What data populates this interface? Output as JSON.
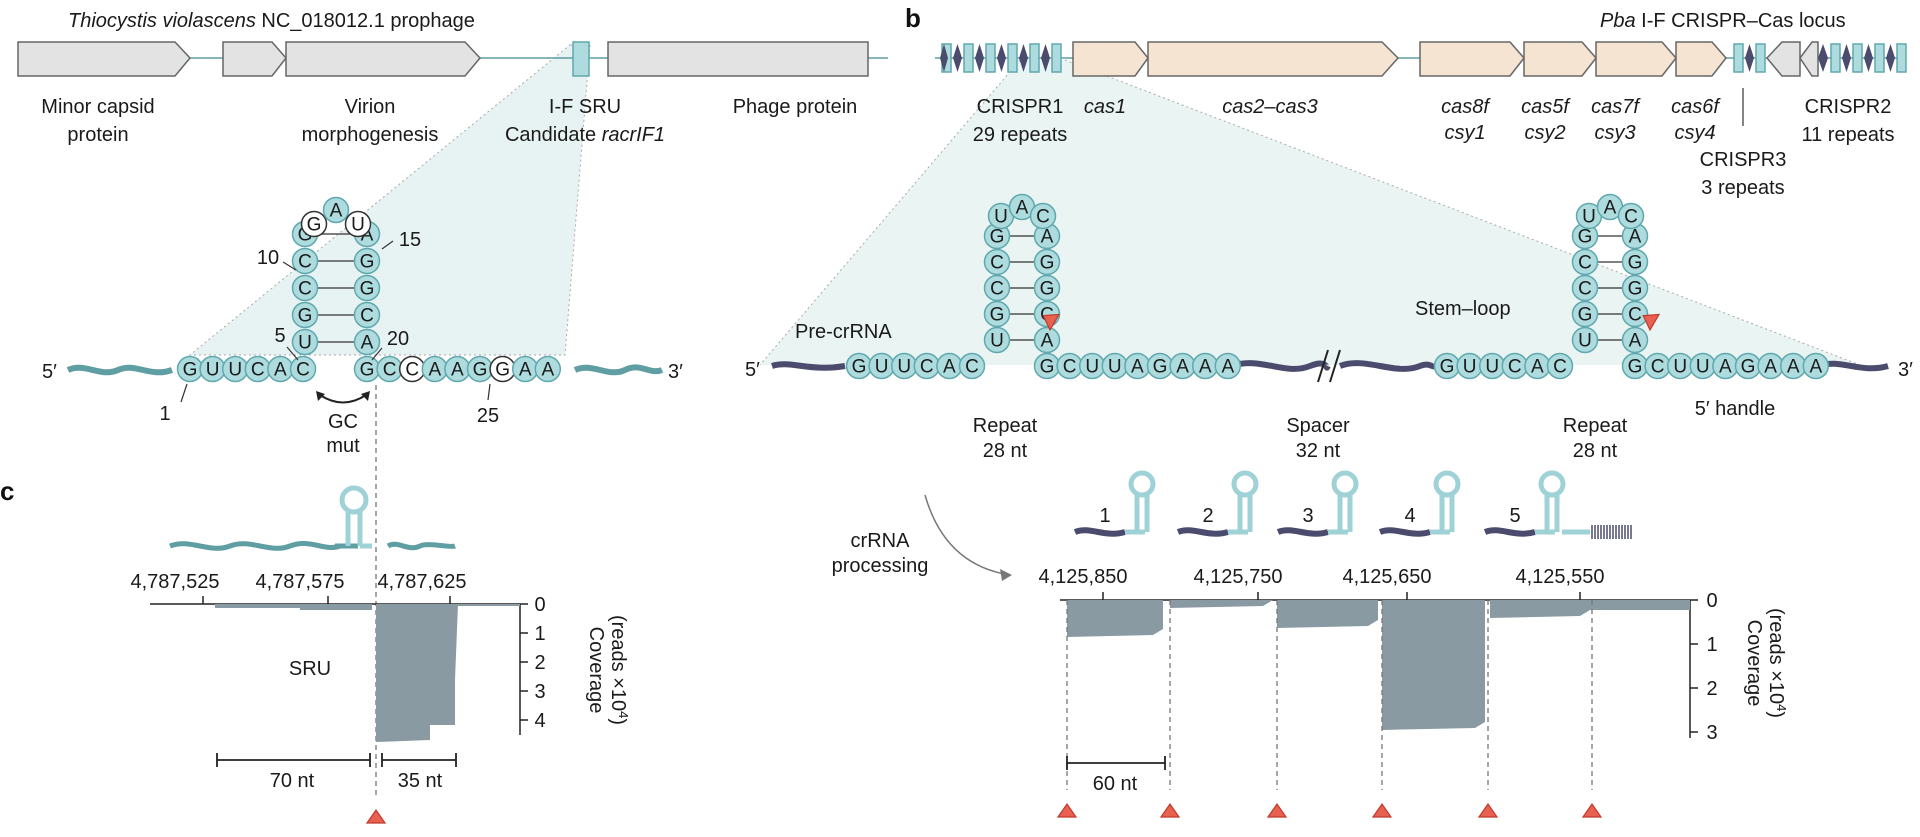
{
  "panel_b_letter": "b",
  "panel_c_letter": "c",
  "left_title_italic": "Thiocystis violascens",
  "left_title_rest": " NC_018012.1 prophage",
  "left_genes": {
    "minor_capsid_1": "Minor capsid",
    "minor_capsid_2": "protein",
    "virion_1": "Virion",
    "virion_2": "morphogenesis",
    "sru_1": "I-F SRU",
    "sru_2_prefix": "Candidate ",
    "sru_2_italic": "racrIF1",
    "phage_protein": "Phage protein"
  },
  "right_title_italic": "Pba",
  "right_title_rest": " I-F CRISPR–Cas locus",
  "right_genes": {
    "crispr1_1": "CRISPR1",
    "crispr1_2": "29 repeats",
    "cas1": "cas1",
    "cas2_cas3": "cas2–cas3",
    "cas8f": "cas8f",
    "csy1": "csy1",
    "cas5f": "cas5f",
    "csy2": "csy2",
    "cas7f": "cas7f",
    "csy3": "csy3",
    "cas6f": "cas6f",
    "csy4": "csy4",
    "crispr2_1": "CRISPR2",
    "crispr2_2": "11 repeats",
    "crispr3_1": "CRISPR3",
    "crispr3_2": "3 repeats"
  },
  "sru_rna": {
    "five_prime": "5′",
    "three_prime": "3′",
    "num_1": "1",
    "num_5": "5",
    "num_10": "10",
    "num_15": "15",
    "num_20": "20",
    "num_25": "25",
    "gc_mut_1": "GC",
    "gc_mut_2": "mut"
  },
  "precrrna": {
    "label": "Pre-crRNA",
    "stem_loop": "Stem–loop",
    "five_prime": "5′",
    "three_prime": "3′",
    "repeat_1": "Repeat",
    "nt28": "28 nt",
    "spacer_1": "Spacer",
    "nt32": "32 nt",
    "handle": "5′ handle"
  },
  "processing_1": "crRNA",
  "processing_2": "processing",
  "crrna_numbers": [
    "1",
    "2",
    "3",
    "4",
    "5"
  ],
  "coverage_label_1": "Coverage",
  "coverage_label_2": "(reads ×10",
  "coverage_label_sup": "4",
  "coverage_label_3": ")",
  "sru_label": "SRU",
  "nt70": "70 nt",
  "nt35": "35 nt",
  "nt60": "60 nt",
  "left_ticks": [
    "4,787,525",
    "4,787,575",
    "4,787,625"
  ],
  "right_ticks": [
    "4,125,850",
    "4,125,750",
    "4,125,650",
    "4,125,550"
  ],
  "left_y_ticks": [
    "0",
    "1",
    "2",
    "3",
    "4"
  ],
  "right_y_ticks": [
    "0",
    "1",
    "2",
    "3"
  ],
  "colors": {
    "teal_fill": "#aedcde",
    "rna_teal": "#5f9ea3",
    "rna_dark": "#4b4b6e",
    "coverage": "#8a9aa3",
    "cleavage": "#e8604f",
    "shade": "#e7f3f2"
  }
}
